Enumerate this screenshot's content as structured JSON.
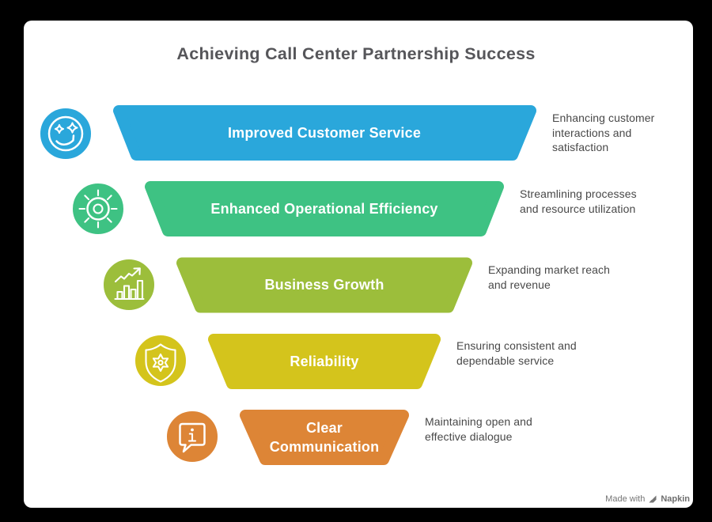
{
  "title": "Achieving Call Center Partnership Success",
  "funnel": {
    "levels": [
      {
        "label": "Improved Customer Service",
        "description": "Enhancing customer\ninteractions and\nsatisfaction",
        "color": "#2AA7DB",
        "icon": "smiling-face-icon"
      },
      {
        "label": "Enhanced Operational Efficiency",
        "description": "Streamlining processes\nand resource utilization",
        "color": "#3EC283",
        "icon": "sun-gear-icon"
      },
      {
        "label": "Business Growth",
        "description": "Expanding market reach\nand revenue",
        "color": "#9CBE3B",
        "icon": "growth-chart-icon"
      },
      {
        "label": "Reliability",
        "description": "Ensuring consistent and\ndependable service",
        "color": "#D4C41C",
        "icon": "shield-flower-icon"
      },
      {
        "label": "Clear\nCommunication",
        "description": "Maintaining open and\neffective dialogue",
        "color": "#DD8536",
        "icon": "info-speech-bubble-icon"
      }
    ]
  },
  "watermark": {
    "made_with": "Made with",
    "brand": "Napkin"
  }
}
